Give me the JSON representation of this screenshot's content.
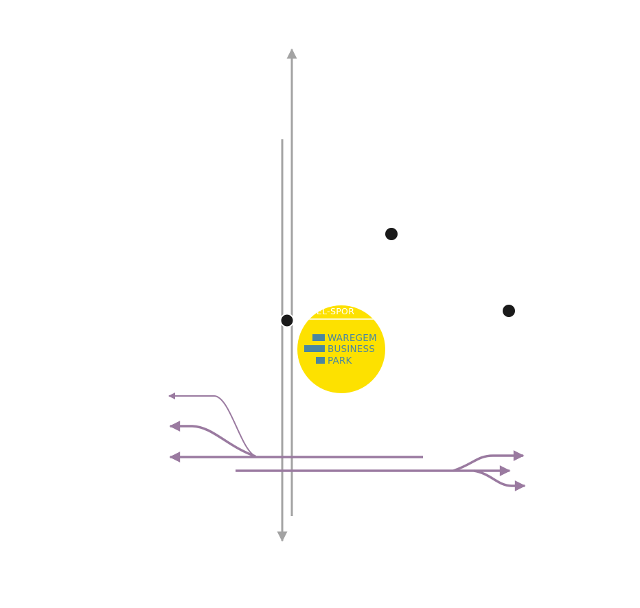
{
  "logo": {
    "banner": "DEL-SPOR",
    "line1": "WAREGEM",
    "line2": "BUSINESS",
    "line3": "PARK"
  },
  "colors": {
    "background": "#ffffff",
    "highway": "#a3a3a3",
    "railway": "#9a7aa0",
    "logo_circle": "#fde100",
    "logo_blocks": "#4a86a0",
    "logo_text": "#4a86a0",
    "poi": "#1a1a1a"
  },
  "icons": {
    "poi": "circle-marker",
    "direction": "arrowhead"
  }
}
